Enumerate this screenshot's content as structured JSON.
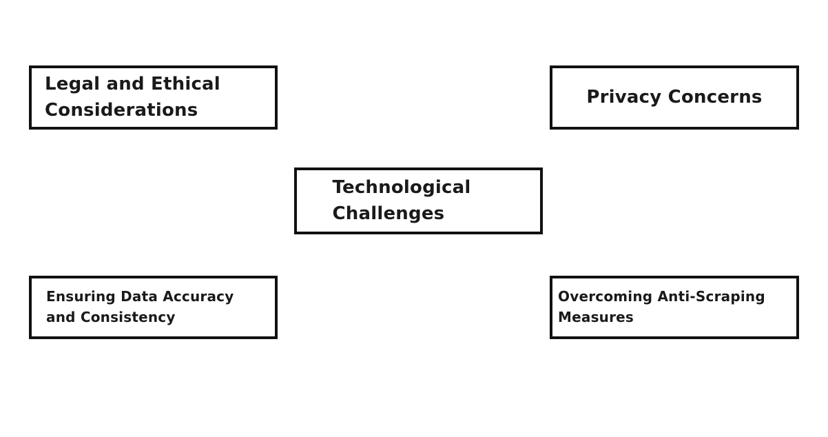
{
  "diagram": {
    "background_color": "#ffffff",
    "node_border_color": "#111111",
    "node_text_color": "#1a1a1a",
    "nodes": [
      {
        "id": "legal-and-ethical-considerations",
        "label": "Legal and Ethical Considerations"
      },
      {
        "id": "privacy-concerns",
        "label": "Privacy Concerns"
      },
      {
        "id": "technological-challenges",
        "label": "Technological Challenges"
      },
      {
        "id": "ensuring-data-accuracy-and-consistency",
        "label": "Ensuring Data Accuracy and Consistency"
      },
      {
        "id": "overcoming-anti-scraping-measures",
        "label": "Overcoming Anti-Scraping Measures"
      }
    ]
  }
}
